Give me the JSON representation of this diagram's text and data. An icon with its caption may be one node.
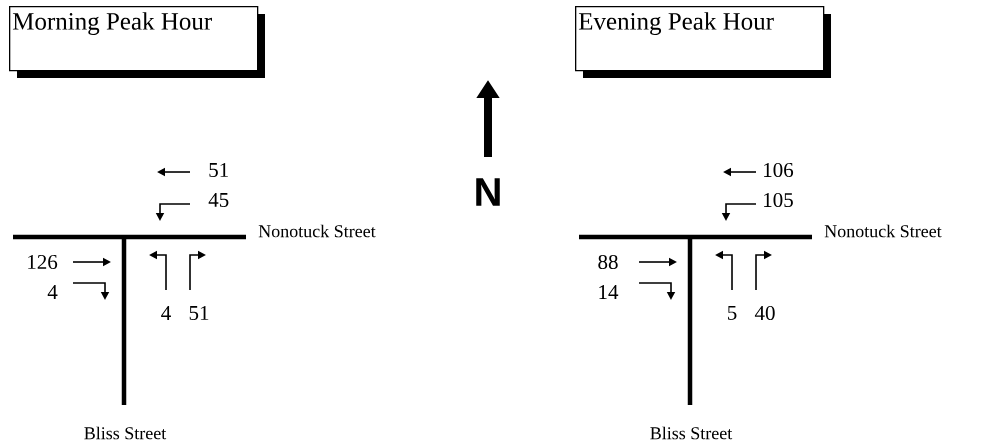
{
  "diagram": {
    "nodes": [
      {
        "text": [
          "Morning Peak Hour"
        ]
      },
      {
        "text": [
          "Evening Peak Hour"
        ]
      }
    ],
    "labels": [
      "51",
      "45",
      "Nonotuck Street",
      "126",
      "4",
      "4",
      "51",
      "Bliss Street",
      "N",
      "106",
      "105",
      "Nonotuck Street",
      "88",
      "14",
      "5",
      "40",
      "Bliss Street"
    ]
  }
}
